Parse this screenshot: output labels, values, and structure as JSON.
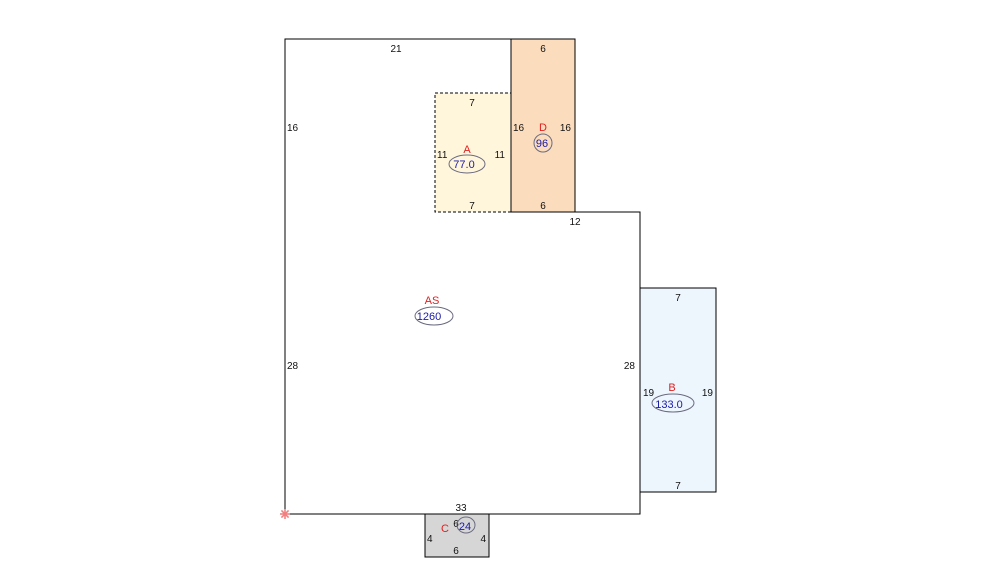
{
  "colors": {
    "outline": "#000000",
    "label": "#e02020",
    "area_text": "#1a1aa8",
    "area_ellipse": "#6b6b80",
    "dim_text": "#111111",
    "fill_A": "#fff6dc",
    "fill_B": "#edf5fd",
    "fill_C": "#d6d6d6",
    "fill_D": "#fbdcbd",
    "origin_marker": "#f08080"
  },
  "main": {
    "label": "AS",
    "area": "1260",
    "dims": {
      "top": "21",
      "left_upper": "16",
      "left_lower": "28",
      "step": "12",
      "right": "28",
      "bottom": "33"
    }
  },
  "rooms": {
    "A": {
      "label": "A",
      "area": "77.0",
      "dims": {
        "top": "7",
        "bottom": "7",
        "left": "11",
        "right": "11"
      }
    },
    "B": {
      "label": "B",
      "area": "133.0",
      "dims": {
        "top": "7",
        "bottom": "7",
        "left": "19",
        "right": "19"
      }
    },
    "C": {
      "label": "C",
      "area": "24",
      "dims": {
        "top": "6",
        "bottom": "6",
        "left": "4",
        "right": "4"
      }
    },
    "D": {
      "label": "D",
      "area": "96",
      "dims": {
        "top": "6",
        "bottom": "6",
        "left": "16",
        "right": "16"
      }
    }
  },
  "origin_marker_icon": "asterisk-icon"
}
